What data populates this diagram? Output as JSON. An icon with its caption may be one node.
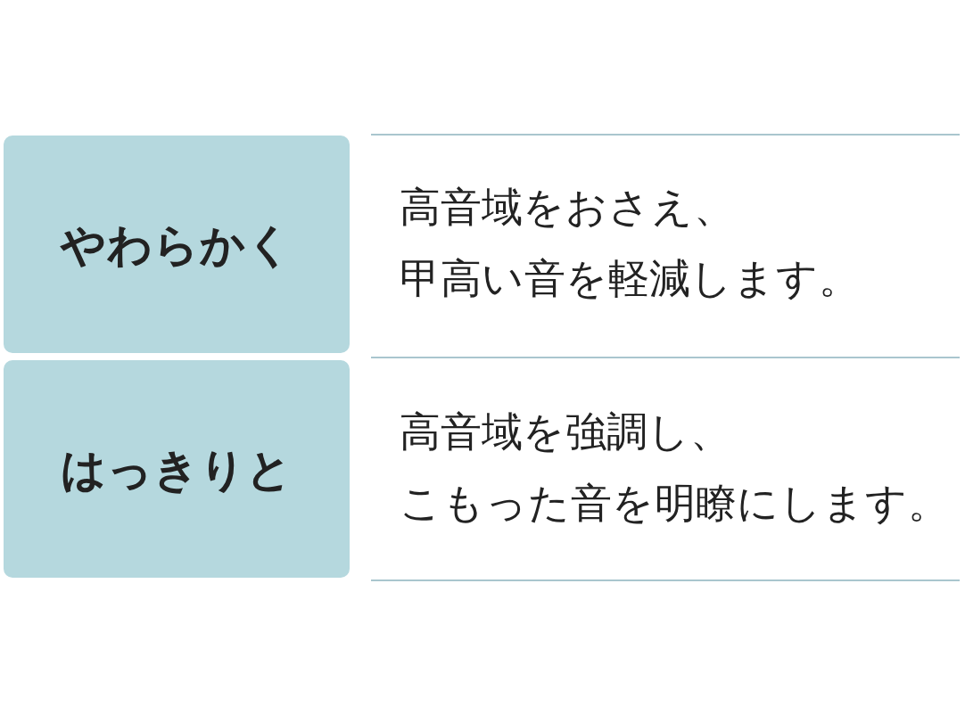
{
  "diagram": {
    "nodes": [
      {
        "text": [
          "やわらかく"
        ]
      },
      {
        "text": [
          "はっきりと"
        ]
      }
    ],
    "labels": [
      "高音域をおさえ、甲高い音を軽減します。",
      "高音域を強調し、こもった音を明瞭にします。"
    ]
  }
}
